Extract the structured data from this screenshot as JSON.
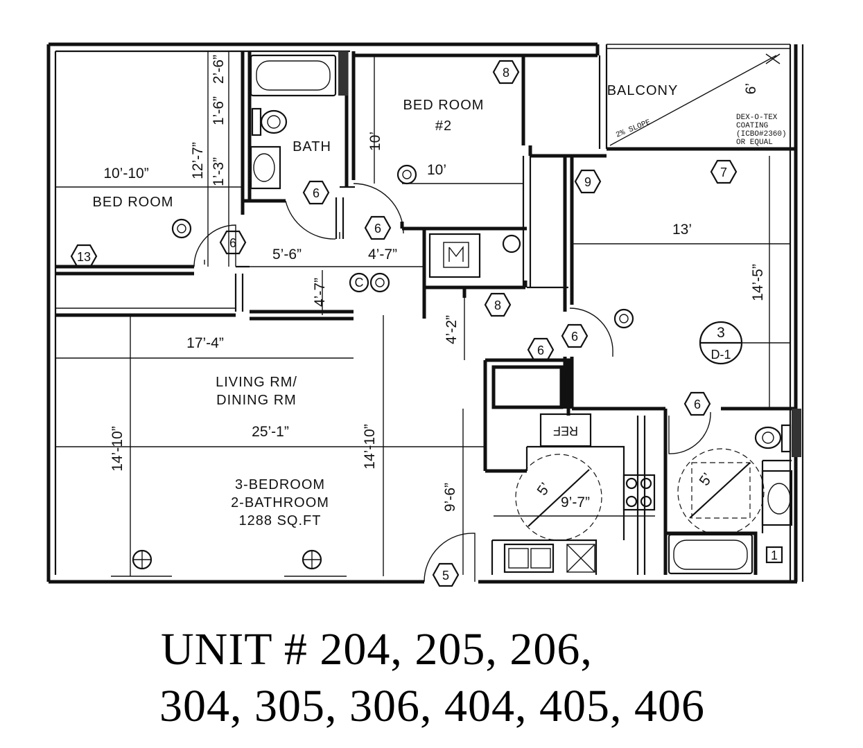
{
  "rooms": {
    "bedroom": "BED ROOM",
    "bath": "BATH",
    "bedroom2_line1": "BED ROOM",
    "bedroom2_line2": "#2",
    "balcony": "BALCONY",
    "slope": "2% SLOPE",
    "living_line1": "LIVING RM/",
    "living_line2": "DINING RM",
    "summary_line1": "3-BEDROOM",
    "summary_line2": "2-BATHROOM",
    "summary_line3": "1288 SQ.FT",
    "ref": "REF"
  },
  "notes": {
    "coating_1": "DEX-O-TEX",
    "coating_2": "COATING",
    "coating_3": "(ICBO#2360)",
    "coating_4": "OR EQUAL",
    "section_top": "3",
    "section_bottom": "D-1"
  },
  "dimensions": {
    "d_10_10": "10’-10”",
    "d_12_7": "12’-7”",
    "d_2_6": "2’-6”",
    "d_1_6": "1’-6”",
    "d_1_3": "1’-3”",
    "d_10v": "10’",
    "d_10h": "10’",
    "d_5_6": "5’-6”",
    "d_4_7h": "4’-7”",
    "d_4_7v": "4’-7”",
    "d_13": "13’",
    "d_14_5": "14’-5”",
    "d_6": "6’",
    "d_4_2": "4’-2”",
    "d_17_4": "17’-4”",
    "d_25_1": "25’-1”",
    "d_14_10_left": "14’-10”",
    "d_14_10_mid": "14’-10”",
    "d_9_6": "9’-6”",
    "d_9_7": "9’-7”",
    "d_5a": "5’",
    "d_5b": "5’"
  },
  "tags": {
    "t6a": "6",
    "t6b": "6",
    "t6c": "6",
    "t6d": "6",
    "t6e": "6",
    "t6f": "6",
    "t8a": "8",
    "t8b": "8",
    "t9": "9",
    "t7": "7",
    "t13": "13",
    "t5": "5",
    "t1": "1",
    "c": "C"
  },
  "units": {
    "line1": "UNIT #   204, 205, 206,",
    "line2": "304, 305, 306, 404, 405, 406"
  }
}
